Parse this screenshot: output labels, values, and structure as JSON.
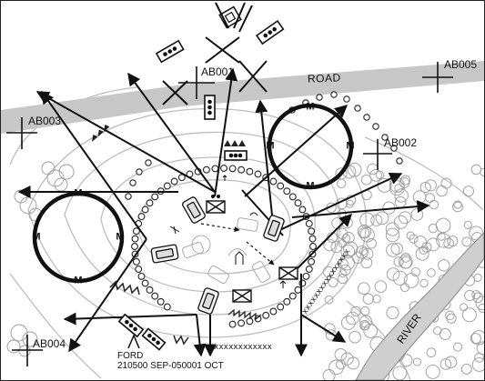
{
  "map": {
    "road_label": "ROAD",
    "river_label": "RIVER",
    "ford_label_line1": "FORD",
    "ford_label_line2": "210500 SEP-050001 OCT",
    "minefield_label": "M",
    "checkpoints": [
      {
        "id": "ab001",
        "label": "AB001"
      },
      {
        "id": "ab002",
        "label": "AB002"
      },
      {
        "id": "ab003",
        "label": "AB003"
      },
      {
        "id": "ab004",
        "label": "AB004"
      },
      {
        "id": "ab005",
        "label": "AB005"
      }
    ]
  }
}
